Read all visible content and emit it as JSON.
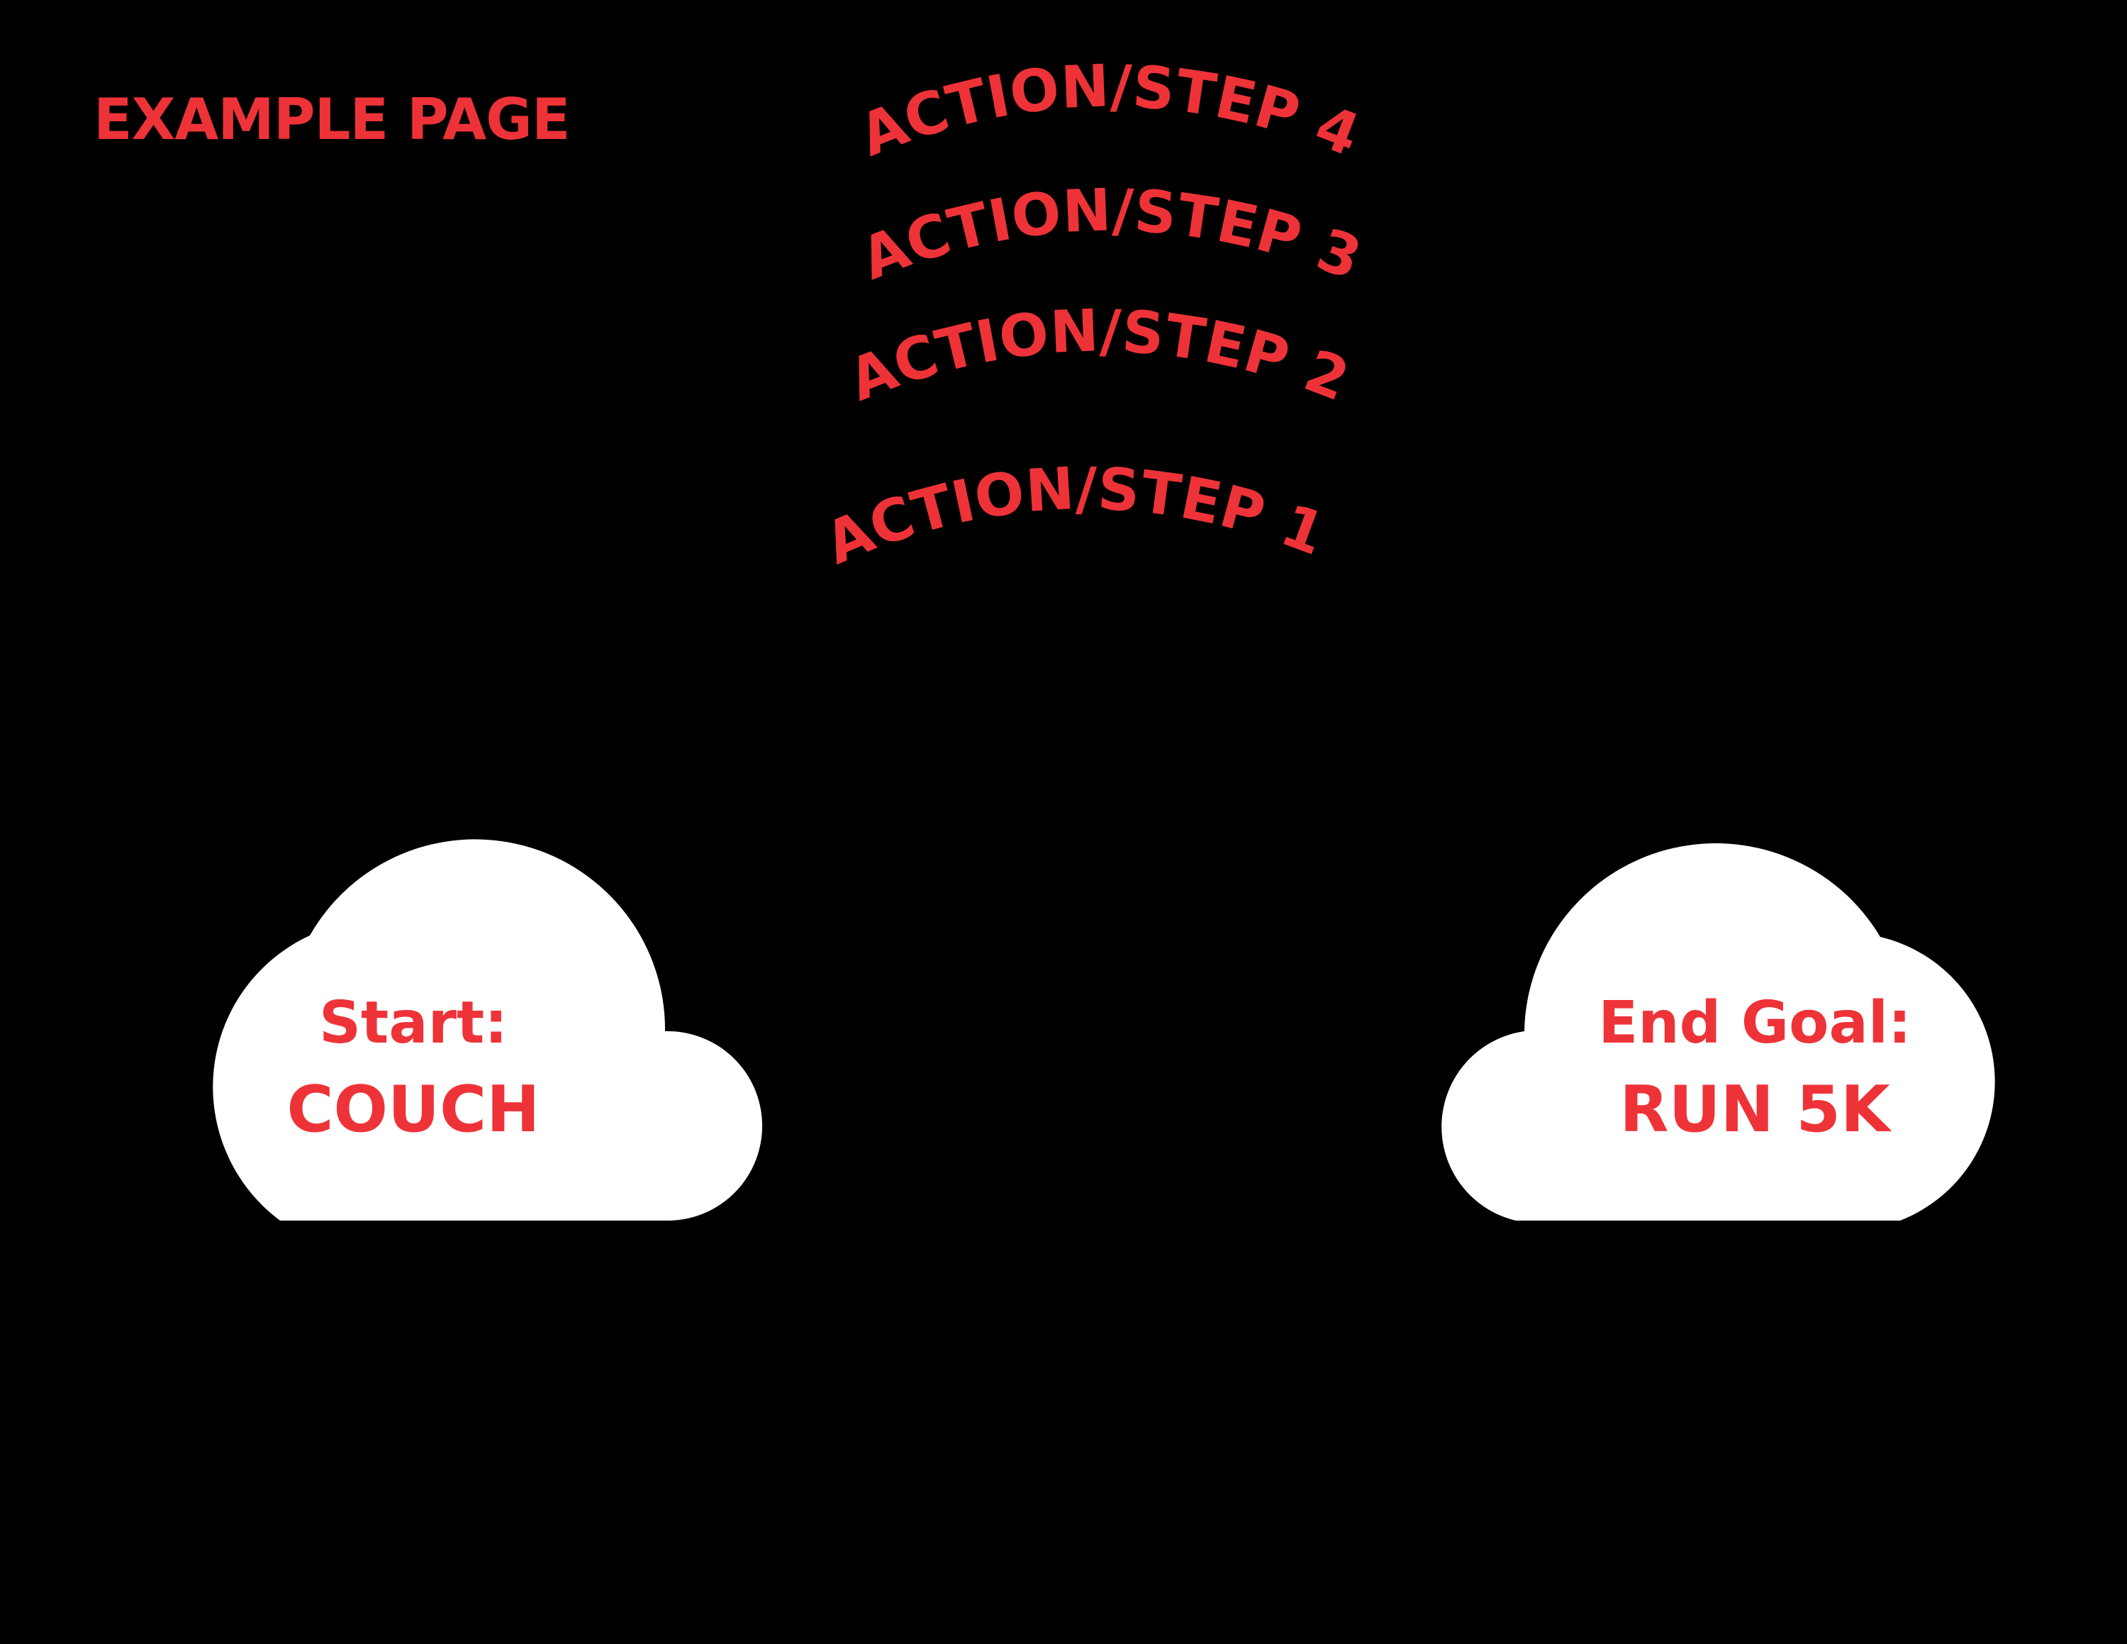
{
  "page_title": "EXAMPLE PAGE",
  "steps": [
    {
      "label": "ACTION/STEP 1:"
    },
    {
      "label": "ACTION/STEP 2"
    },
    {
      "label": "ACTION/STEP 3"
    },
    {
      "label": "ACTION/STEP 4"
    }
  ],
  "start": {
    "label": "Start:",
    "value": "COUCH"
  },
  "goal": {
    "label": "End Goal:",
    "value": "RUN 5K"
  },
  "colors": {
    "background": "#000000",
    "text_accent": "#EE3338",
    "cloud_fill": "#FFFFFF"
  }
}
